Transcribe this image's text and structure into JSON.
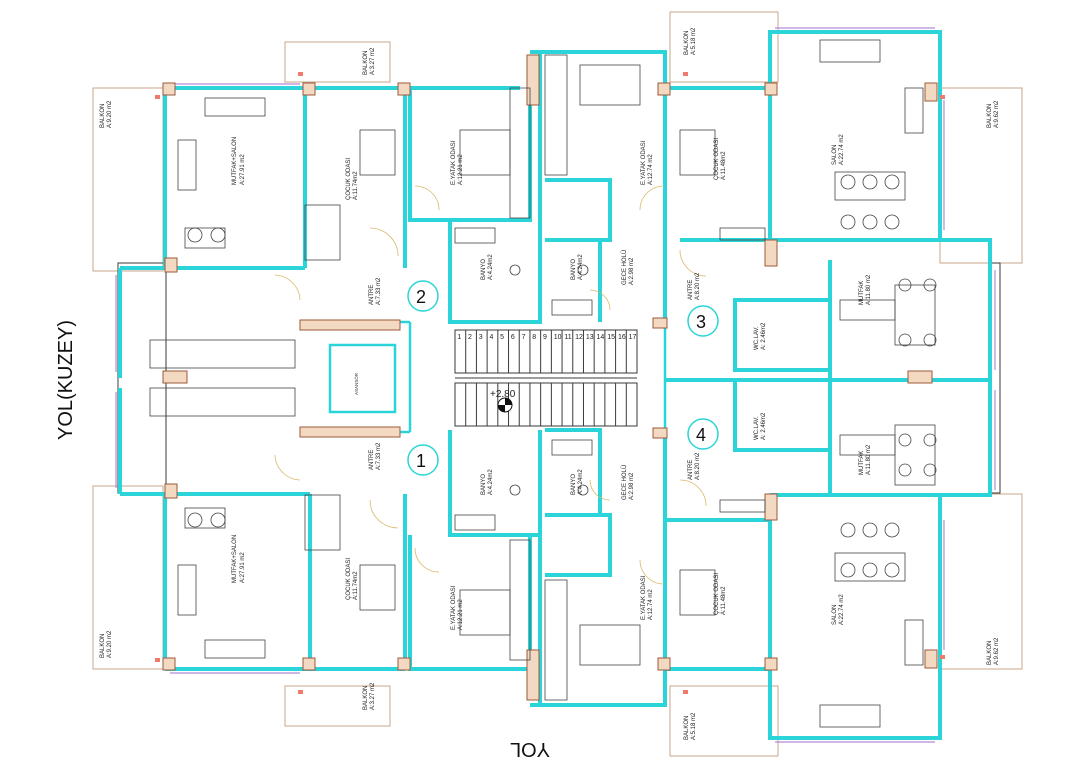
{
  "road_north": "YOL(KUZEY)",
  "road_south": "YOL",
  "elevation": "+2.80",
  "stair_steps": [
    "1",
    "2",
    "3",
    "4",
    "5",
    "6",
    "7",
    "8",
    "9",
    "10",
    "11",
    "12",
    "13",
    "14",
    "15",
    "16",
    "17"
  ],
  "units": [
    "1",
    "2",
    "3",
    "4"
  ],
  "rooms": {
    "mutfak_salon_top": {
      "name": "MUTFAK+SALON",
      "area": "A:27.91 m2"
    },
    "mutfak_salon_bot": {
      "name": "MUTFAK+SALON",
      "area": "A:27.91 m2"
    },
    "cocuk_tl": {
      "name": "ÇOCUK ODASI",
      "area": "A:11.74m2"
    },
    "cocuk_bl": {
      "name": "ÇOCUK ODASI",
      "area": "A:11.74m2"
    },
    "eyatak_tl": {
      "name": "E.YATAK ODASI",
      "area": "A:12.21 m2"
    },
    "eyatak_bl": {
      "name": "E.YATAK ODASI",
      "area": "A:12.21 m2"
    },
    "eyatak_tr": {
      "name": "E.YATAK ODASI",
      "area": "A:12.74 m2"
    },
    "eyatak_br": {
      "name": "E.YATAK ODASI",
      "area": "A:12.74 m2"
    },
    "cocuk_tr": {
      "name": "ÇOCUK ODASI",
      "area": "A:11.48m2"
    },
    "cocuk_br": {
      "name": "ÇOCUK ODASI",
      "area": "A:11.48m2"
    },
    "salon_tr": {
      "name": "SALON",
      "area": "A:22.74 m2"
    },
    "salon_br": {
      "name": "SALON",
      "area": "A:22.74 m2"
    },
    "banyo_tl": {
      "name": "BANYO",
      "area": "A:4.24m2"
    },
    "banyo_tr": {
      "name": "BANYO",
      "area": "A:4.24m2"
    },
    "banyo_bl": {
      "name": "BANYO",
      "area": "A:4.24m2"
    },
    "banyo_br": {
      "name": "BANYO",
      "area": "A:4.24m2"
    },
    "antre_1": {
      "name": "ANTRE",
      "area": "A:7.33 m2"
    },
    "antre_2": {
      "name": "ANTRE",
      "area": "A:7.33 m2"
    },
    "antre_3": {
      "name": "ANTRE",
      "area": "A:8.20 m2"
    },
    "antre_4": {
      "name": "ANTRE",
      "area": "A:8.20 m2"
    },
    "gece_top": {
      "name": "GECE HOLÜ",
      "area": "A:2.98 m2"
    },
    "gece_bot": {
      "name": "GECE HOLÜ",
      "area": "A:2.98 m2"
    },
    "mutfak_top": {
      "name": "MUTFAK",
      "area": "A:11.80 m2"
    },
    "mutfak_bot": {
      "name": "MUTFAK",
      "area": "A:11.80 m2"
    },
    "wc_top": {
      "name": "WC.LAV.",
      "area": "A: 2.46m2"
    },
    "wc_bot": {
      "name": "WC.LAV.",
      "area": "A: 2.46m2"
    },
    "balkon_tl": {
      "name": "BALKON",
      "area": "A:9.20 m2"
    },
    "balkon_bl": {
      "name": "BALKON",
      "area": "A:9.20 m2"
    },
    "balkon_tr": {
      "name": "BALKON",
      "area": "A:9.62 m2"
    },
    "balkon_br": {
      "name": "BALKON",
      "area": "A:9.62 m2"
    },
    "balkon_t1": {
      "name": "BALKON",
      "area": "A:3.27 m2"
    },
    "balkon_b1": {
      "name": "BALKON",
      "area": "A:3.27 m2"
    },
    "balkon_t2": {
      "name": "BALKON",
      "area": "A:5.18 m2"
    },
    "balkon_b2": {
      "name": "BALKON",
      "area": "A:5.18 m2"
    },
    "asansor": {
      "name": "ASANSÖR",
      "area": ""
    }
  }
}
